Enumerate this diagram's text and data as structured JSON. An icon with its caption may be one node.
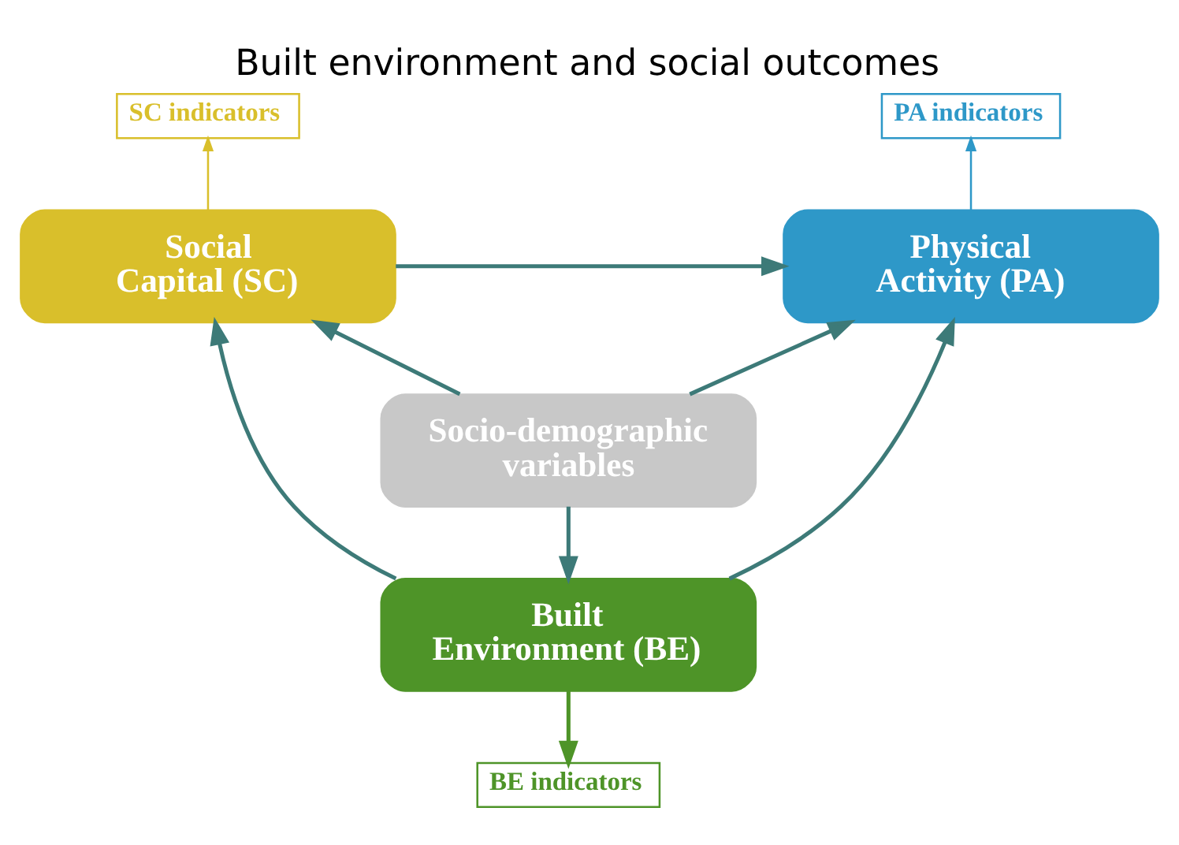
{
  "diagram": {
    "title": "Built environment and social outcomes",
    "nodes": [
      {
        "text": [
          "SC indicators"
        ]
      },
      {
        "text": [
          "PA indicators"
        ]
      },
      {
        "text": [
          "Social Capital (SC)"
        ]
      },
      {
        "text": [
          "Physical Activity (PA)"
        ]
      },
      {
        "text": [
          "Socio-demographic variables"
        ]
      },
      {
        "text": [
          "Built Environment (BE)"
        ]
      },
      {
        "text": [
          "BE indicators"
        ]
      }
    ],
    "edges": [
      {
        "from": 2,
        "to": 0,
        "arrow": "to",
        "color": "#d9bf2b"
      },
      {
        "from": 3,
        "to": 1,
        "arrow": "to",
        "color": "#2e98c8"
      },
      {
        "from": 2,
        "to": 3,
        "arrow": "to"
      },
      {
        "from": 4,
        "to": 2,
        "arrow": "to"
      },
      {
        "from": 4,
        "to": 3,
        "arrow": "to"
      },
      {
        "from": 4,
        "to": 5,
        "arrow": "to"
      },
      {
        "from": 5,
        "to": 2,
        "arrow": "to"
      },
      {
        "from": 5,
        "to": 3,
        "arrow": "to"
      },
      {
        "from": 5,
        "to": 6,
        "arrow": "to",
        "color": "#4e9428"
      }
    ]
  }
}
